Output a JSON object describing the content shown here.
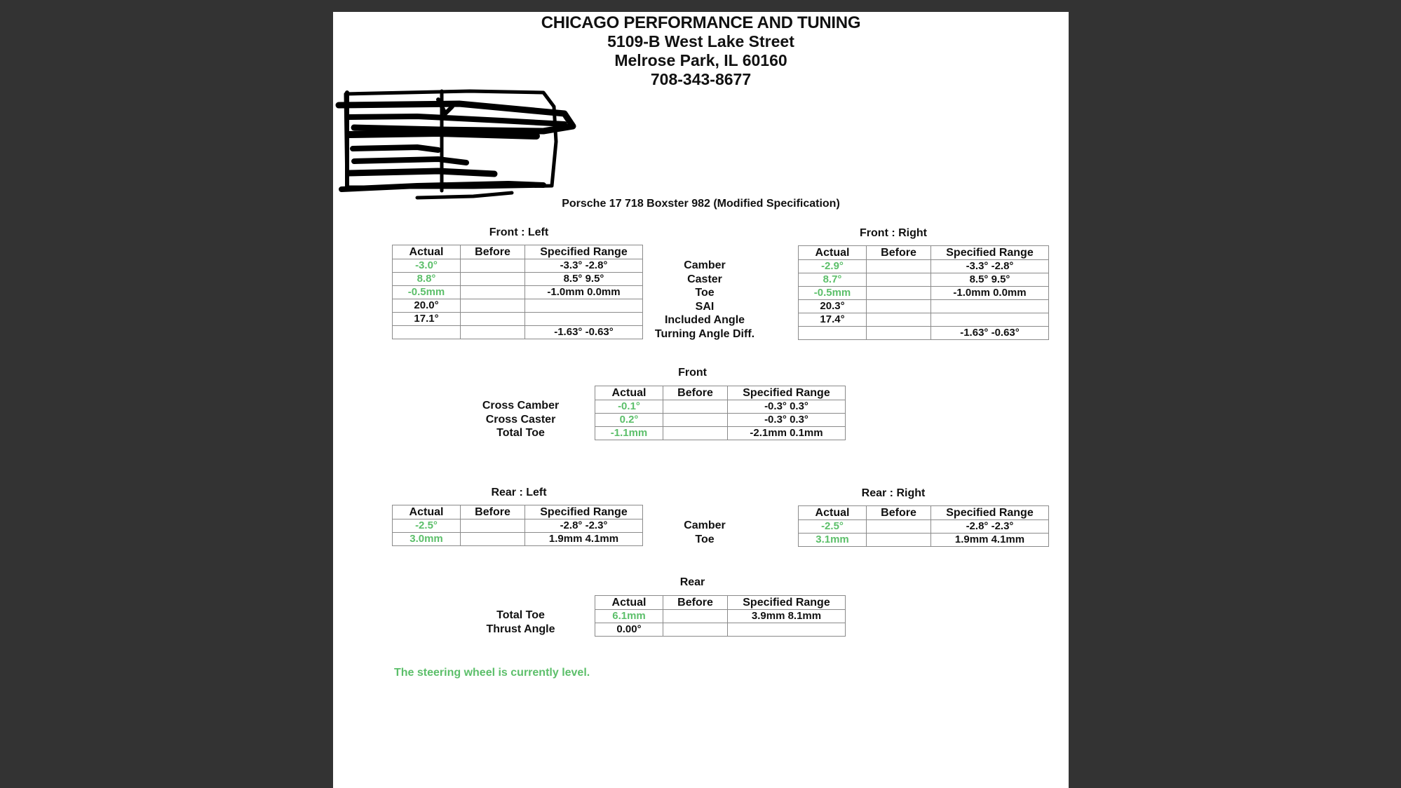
{
  "header": {
    "company": "CHICAGO PERFORMANCE AND TUNING",
    "street": "5109-B West Lake Street",
    "city": "Melrose Park, IL 60160",
    "phone": "708-343-8677"
  },
  "vehicle": "Porsche 17 718 Boxster 982 (Modified Specification)",
  "columns": {
    "actual": "Actual",
    "before": "Before",
    "spec": "Specified Range"
  },
  "front_labels": [
    "Camber",
    "Caster",
    "Toe",
    "SAI",
    "Included Angle",
    "Turning Angle Diff."
  ],
  "front_left": {
    "title": "Front : Left",
    "rows": [
      {
        "actual": "-3.0°",
        "before": "",
        "spec": "-3.3° -2.8°"
      },
      {
        "actual": "8.8°",
        "before": "",
        "spec": "8.5° 9.5°"
      },
      {
        "actual": "-0.5mm",
        "before": "",
        "spec": "-1.0mm 0.0mm"
      },
      {
        "actual": "20.0°",
        "before": "",
        "spec": ""
      },
      {
        "actual": "17.1°",
        "before": "",
        "spec": ""
      },
      {
        "actual": "",
        "before": "",
        "spec": "-1.63° -0.63°"
      }
    ]
  },
  "front_right": {
    "title": "Front : Right",
    "rows": [
      {
        "actual": "-2.9°",
        "before": "",
        "spec": "-3.3° -2.8°"
      },
      {
        "actual": "8.7°",
        "before": "",
        "spec": "8.5° 9.5°"
      },
      {
        "actual": "-0.5mm",
        "before": "",
        "spec": "-1.0mm 0.0mm"
      },
      {
        "actual": "20.3°",
        "before": "",
        "spec": ""
      },
      {
        "actual": "17.4°",
        "before": "",
        "spec": ""
      },
      {
        "actual": "",
        "before": "",
        "spec": "-1.63° -0.63°"
      }
    ]
  },
  "front_total": {
    "title": "Front",
    "labels": [
      "Cross Camber",
      "Cross Caster",
      "Total Toe"
    ],
    "rows": [
      {
        "actual": "-0.1°",
        "before": "",
        "spec": "-0.3° 0.3°"
      },
      {
        "actual": "0.2°",
        "before": "",
        "spec": "-0.3° 0.3°"
      },
      {
        "actual": "-1.1mm",
        "before": "",
        "spec": "-2.1mm 0.1mm"
      }
    ]
  },
  "rear_labels": [
    "Camber",
    "Toe"
  ],
  "rear_left": {
    "title": "Rear : Left",
    "rows": [
      {
        "actual": "-2.5°",
        "before": "",
        "spec": "-2.8° -2.3°"
      },
      {
        "actual": "3.0mm",
        "before": "",
        "spec": "1.9mm 4.1mm"
      }
    ]
  },
  "rear_right": {
    "title": "Rear : Right",
    "rows": [
      {
        "actual": "-2.5°",
        "before": "",
        "spec": "-2.8° -2.3°"
      },
      {
        "actual": "3.1mm",
        "before": "",
        "spec": "1.9mm 4.1mm"
      }
    ]
  },
  "rear_total": {
    "title": "Rear",
    "labels": [
      "Total Toe",
      "Thrust Angle"
    ],
    "rows": [
      {
        "actual": "6.1mm",
        "before": "",
        "spec": "3.9mm 8.1mm"
      },
      {
        "actual": "0.00°",
        "before": "",
        "spec": ""
      }
    ]
  },
  "note": "The steering wheel is currently level.",
  "colors": {
    "in_spec_green": "#5cbf6a",
    "background": "#333333",
    "paper": "#ffffff"
  }
}
